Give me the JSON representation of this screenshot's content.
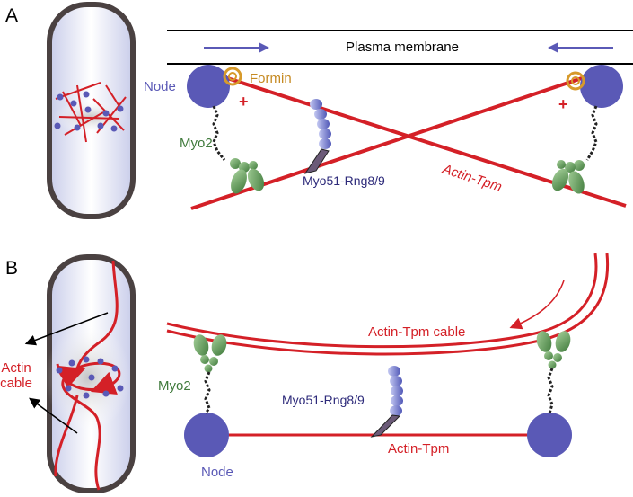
{
  "panel_a": {
    "label": "A",
    "membrane": "Plasma membrane",
    "node": "Node",
    "formin": "Formin",
    "plus_left": "+",
    "plus_right": "+",
    "myo2": "Myo2",
    "myo51": "Myo51-Rng8/9",
    "actin": "Actin-Tpm"
  },
  "panel_b": {
    "label": "B",
    "actin_cable_line1": "Actin",
    "actin_cable_line2": "cable",
    "cable": "Actin-Tpm cable",
    "myo2": "Myo2",
    "myo51": "Myo51-Rng8/9",
    "actin": "Actin-Tpm",
    "node": "Node"
  },
  "colors": {
    "actin": "#d42027",
    "node": "#5a59b6",
    "myo2": "#4f8b4a",
    "myo51": "#6a6fc2",
    "formin": "#d79a2b",
    "arrow": "#5a59b6",
    "cell_wall": "#4a4141"
  }
}
